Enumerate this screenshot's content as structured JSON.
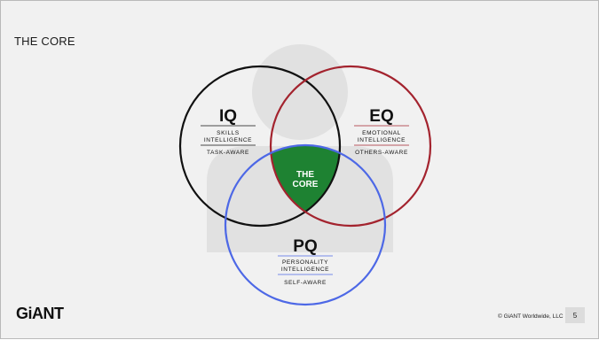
{
  "slide": {
    "title": "THE CORE",
    "logo": "GiANT",
    "copyright": "© GiANT Worldwide, LLC",
    "page_number": "5"
  },
  "iq": {
    "heading": "IQ",
    "line1": "SKILLS",
    "line2": "INTELLIGENCE",
    "awareness": "TASK-AWARE",
    "color": "#111111"
  },
  "eq": {
    "heading": "EQ",
    "line1": "EMOTIONAL",
    "line2": "INTELLIGENCE",
    "awareness": "OTHERS-AWARE",
    "color": "#a3232e"
  },
  "pq": {
    "heading": "PQ",
    "line1": "PERSONALITY",
    "line2": "INTELLIGENCE",
    "awareness": "SELF-AWARE",
    "color": "#4d68e6"
  },
  "core": {
    "line1": "THE",
    "line2": "CORE",
    "color": "#1e8232"
  }
}
